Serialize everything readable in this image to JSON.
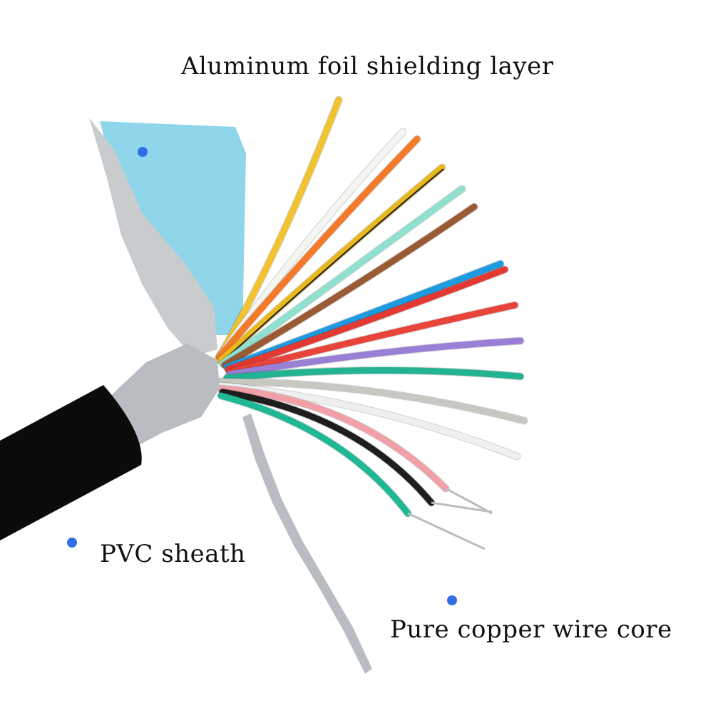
{
  "labels": {
    "foil": "Aluminum foil shielding layer",
    "sheath": "PVC sheath",
    "core": "Pure copper wire core"
  },
  "colors": {
    "marker": "#2f6fe6",
    "sheath": "#0b0b0b",
    "foil_blue": "#8fd6ea",
    "foil_silver": "#c9cccf",
    "copper_strand": "#b9bcc0"
  },
  "wires": [
    {
      "name": "yellow-wire",
      "color": "#f2c230"
    },
    {
      "name": "white-wire",
      "color": "#f4f4f0"
    },
    {
      "name": "orange-wire",
      "color": "#f47a2a"
    },
    {
      "name": "yellow-black-wire",
      "color": "#e8b81c",
      "stripe": "#222222"
    },
    {
      "name": "aqua-wire",
      "color": "#8fe0cf"
    },
    {
      "name": "brown-wire",
      "color": "#9a5a34"
    },
    {
      "name": "blue-wire",
      "color": "#1e9be0"
    },
    {
      "name": "red-wire",
      "color": "#e23a32"
    },
    {
      "name": "red-wire-2",
      "color": "#e8443a"
    },
    {
      "name": "purple-wire",
      "color": "#9a7fd6"
    },
    {
      "name": "teal-wire",
      "color": "#23b392"
    },
    {
      "name": "gray-wire",
      "color": "#c8c8c2"
    },
    {
      "name": "white-wire-2",
      "color": "#efefef"
    },
    {
      "name": "pink-wire",
      "color": "#f2a0a8"
    },
    {
      "name": "black-wire",
      "color": "#1e1e1e"
    },
    {
      "name": "green-wire",
      "color": "#1fb894"
    }
  ]
}
